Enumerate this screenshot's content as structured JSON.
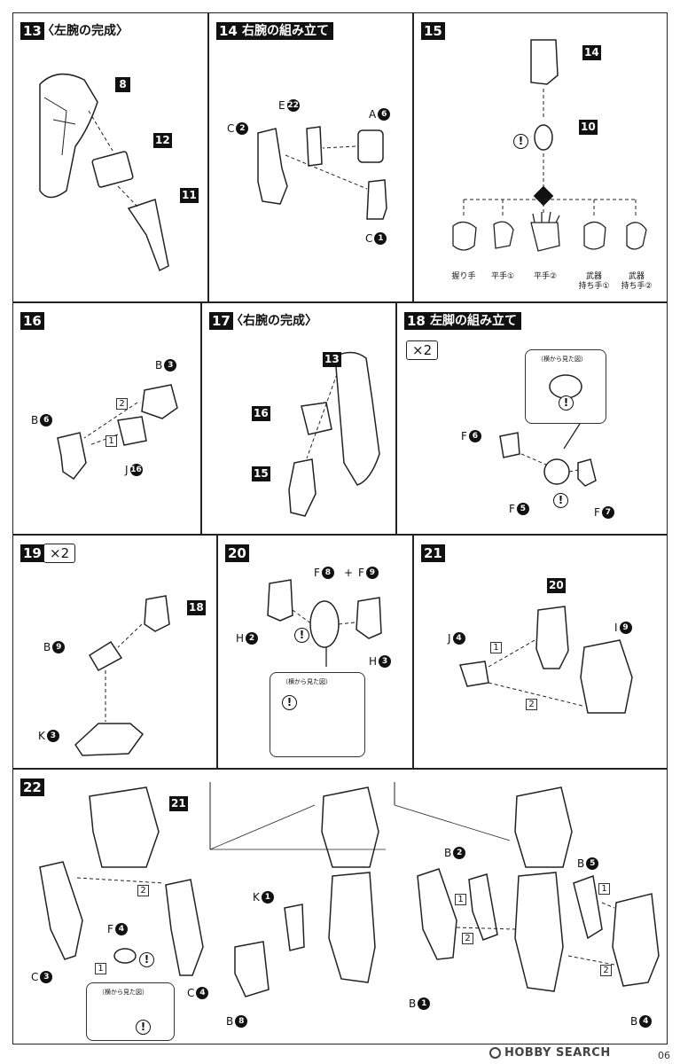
{
  "steps": {
    "s13": {
      "num": "13",
      "title": "〈左腕の完成〉",
      "tags": [
        "8",
        "12",
        "11"
      ]
    },
    "s14": {
      "num": "14",
      "title": "右腕の組み立て",
      "parts": {
        "c2": {
          "letter": "C",
          "num": "2"
        },
        "e22": {
          "letter": "E",
          "num": "22"
        },
        "a6": {
          "letter": "A",
          "num": "6"
        },
        "c1": {
          "letter": "C",
          "num": "1"
        }
      }
    },
    "s15": {
      "num": "15",
      "tags": [
        "14",
        "10"
      ],
      "hands": [
        "握り手",
        "平手①",
        "平手②",
        "武器\n持ち手①",
        "武器\n持ち手②"
      ]
    },
    "s16": {
      "num": "16",
      "parts": {
        "b3": {
          "letter": "B",
          "num": "3"
        },
        "b6": {
          "letter": "B",
          "num": "6"
        },
        "j16": {
          "letter": "J",
          "num": "16"
        }
      },
      "seq": [
        "2",
        "1"
      ]
    },
    "s17": {
      "num": "17",
      "title": "〈右腕の完成〉",
      "tags": [
        "13",
        "16",
        "15"
      ]
    },
    "s18": {
      "num": "18",
      "title": "左脚の組み立て",
      "multiplier": "×2",
      "callout": "（横から見た図）",
      "parts": {
        "f6": {
          "letter": "F",
          "num": "6"
        },
        "f5": {
          "letter": "F",
          "num": "5"
        },
        "f7": {
          "letter": "F",
          "num": "7"
        }
      }
    },
    "s19": {
      "num": "19",
      "multiplier": "×2",
      "tags": [
        "18"
      ],
      "parts": {
        "b9": {
          "letter": "B",
          "num": "9"
        },
        "k3": {
          "letter": "K",
          "num": "3"
        }
      }
    },
    "s20": {
      "num": "20",
      "callout": "（横から見た図）",
      "parts": {
        "f8": {
          "letter": "F",
          "num": "8"
        },
        "plus": "+",
        "f9": {
          "letter": "F",
          "num": "9"
        },
        "h2": {
          "letter": "H",
          "num": "2"
        },
        "h3": {
          "letter": "H",
          "num": "3"
        }
      }
    },
    "s21": {
      "num": "21",
      "tags": [
        "20"
      ],
      "seq": [
        "1",
        "2"
      ],
      "parts": {
        "j4": {
          "letter": "J",
          "num": "4"
        },
        "i9": {
          "letter": "I",
          "num": "9"
        }
      }
    },
    "s22": {
      "num": "22",
      "tags": [
        "21"
      ],
      "callout": "（横から見た図）",
      "seq": [
        "2",
        "1",
        "1",
        "2",
        "1",
        "2"
      ],
      "parts": {
        "f4": {
          "letter": "F",
          "num": "4"
        },
        "c3": {
          "letter": "C",
          "num": "3"
        },
        "c4": {
          "letter": "C",
          "num": "4"
        },
        "k1": {
          "letter": "K",
          "num": "1"
        },
        "b8": {
          "letter": "B",
          "num": "8"
        },
        "b2": {
          "letter": "B",
          "num": "2"
        },
        "b1": {
          "letter": "B",
          "num": "1"
        },
        "b5": {
          "letter": "B",
          "num": "5"
        },
        "b4": {
          "letter": "B",
          "num": "4"
        }
      }
    }
  },
  "warn_symbol": "!",
  "footer": {
    "logo": "HOBBY SEARCH",
    "page": "06"
  }
}
